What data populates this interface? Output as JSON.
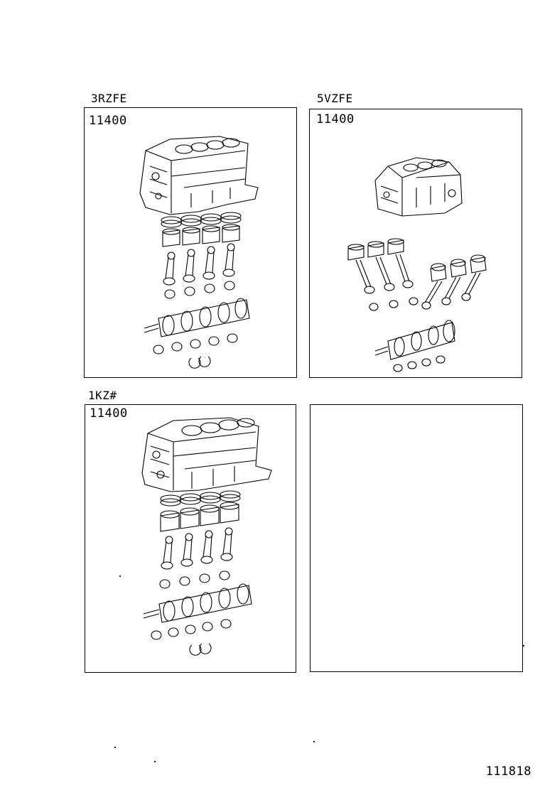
{
  "panels": [
    {
      "engine": "3RZFE",
      "part_no": "11400"
    },
    {
      "engine": "5VZFE",
      "part_no": "11400"
    },
    {
      "engine": "1KZ#",
      "part_no": "11400"
    },
    {
      "engine": "",
      "part_no": ""
    }
  ],
  "footer": {
    "code": "111818"
  }
}
